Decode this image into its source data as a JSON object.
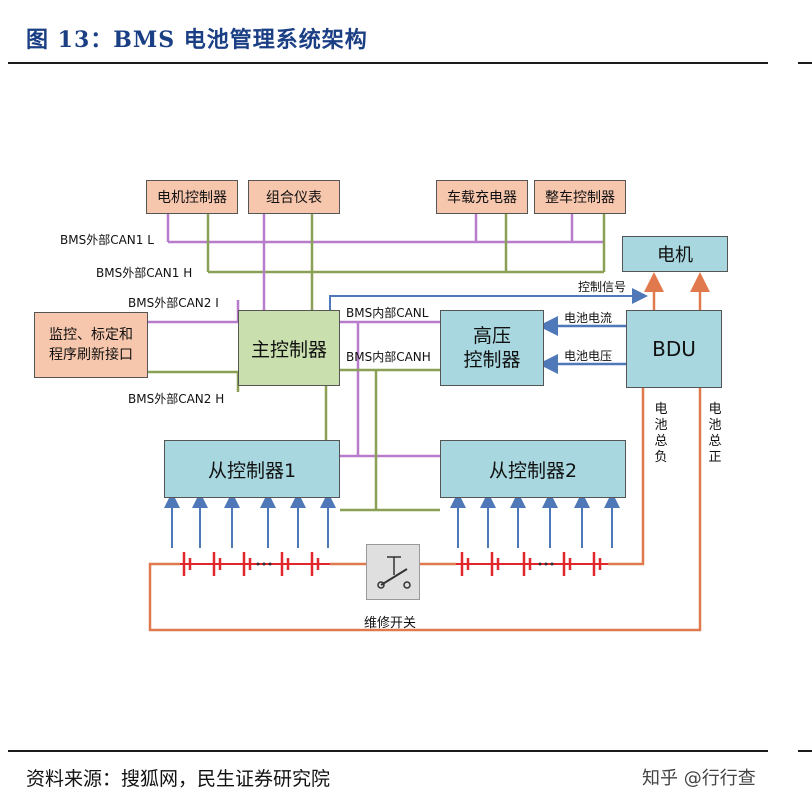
{
  "figure": {
    "title": "图 13：BMS 电池管理系统架构",
    "source": "资料来源：搜狐网，民生证券研究院",
    "watermark": "知乎 @行行查"
  },
  "blocks": {
    "motor_controller": "电机控制器",
    "combo_meter": "组合仪表",
    "charger": "车载充电器",
    "vehicle_controller": "整车控制器",
    "motor": "电机",
    "monitor": "监控、标定和\n程序刷新接口",
    "master": "主控制器",
    "hv_controller": "高压\n控制器",
    "bdu": "BDU",
    "slave1": "从控制器1",
    "slave2": "从控制器2",
    "service_switch": "维修开关"
  },
  "labels": {
    "can1_l": "BMS外部CAN1 L",
    "can1_h": "BMS外部CAN1 H",
    "can2_l": "BMS外部CAN2 I",
    "can2_h": "BMS外部CAN2 H",
    "int_canl": "BMS内部CANL",
    "int_canh": "BMS内部CANH",
    "control_signal": "控制信号",
    "battery_current": "电池电流",
    "battery_voltage": "电池电压",
    "battery_neg": "电池总负",
    "battery_pos": "电池总正"
  },
  "colors": {
    "purple_bus": "#b77ccb",
    "olive_bus": "#8aa055",
    "arrow_blue": "#4f78b8",
    "power_orange": "#e07a4e",
    "cell_red": "#e0262b",
    "title_blue": "#1b3f84"
  }
}
